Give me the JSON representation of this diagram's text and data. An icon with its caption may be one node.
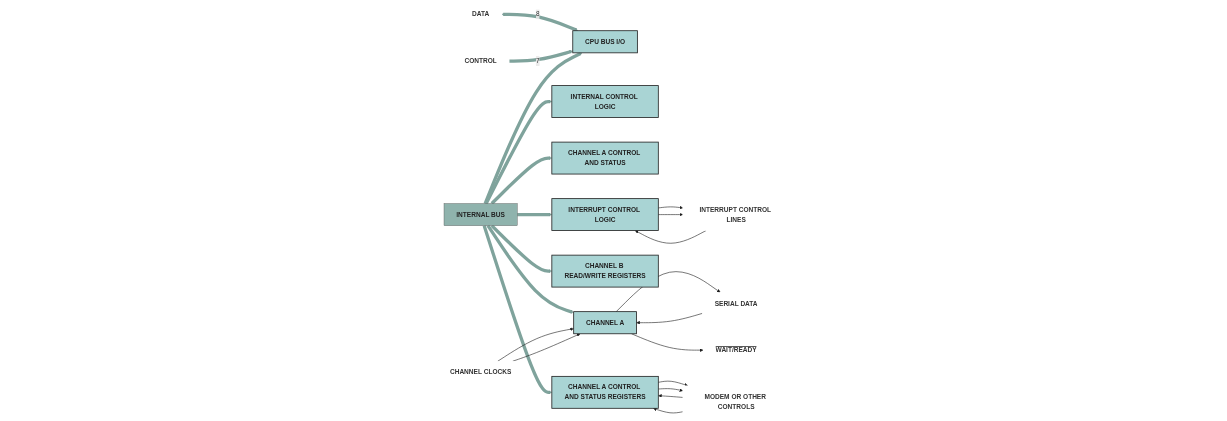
{
  "diagram": {
    "nodes": [
      {
        "text": [
          "DATA"
        ]
      },
      {
        "text": [
          "CONTROL"
        ]
      },
      {
        "text": [
          "CPU BUS I/O"
        ]
      },
      {
        "text": [
          "INTERNAL CONTROL LOGIC"
        ]
      },
      {
        "text": [
          "CHANNEL A CONTROL AND STATUS"
        ]
      },
      {
        "text": [
          "INTERNAL BUS"
        ]
      },
      {
        "text": [
          "INTERRUPT CONTROL LOGIC"
        ]
      },
      {
        "text": [
          "CHANNEL B READ/WRITE REGISTERS"
        ]
      },
      {
        "text": [
          "CHANNEL A"
        ]
      },
      {
        "text": [
          "CHANNEL A CONTROL AND STATUS REGISTERS"
        ]
      },
      {
        "text": [
          "INTERRUPT CONTROL LINES"
        ]
      },
      {
        "text": [
          "SERIAL DATA"
        ]
      },
      {
        "text": [
          "CHANNEL CLOCKS"
        ]
      },
      {
        "text": [
          "WAIT/READY"
        ]
      },
      {
        "text": [
          "MODEM OR OTHER CONTROLS"
        ]
      }
    ],
    "edges": [
      {
        "from": 0,
        "to": 2,
        "arrow": "both",
        "label": "8",
        "style": "thick",
        "color": "#7fa39c"
      },
      {
        "from": 1,
        "to": 2,
        "arrow": "to",
        "label": "7",
        "style": "thick",
        "color": "#7fa39c"
      },
      {
        "from": 5,
        "to": 2,
        "arrow": "to",
        "style": "thick",
        "color": "#7fa39c"
      },
      {
        "from": 5,
        "to": 3,
        "arrow": "to",
        "style": "thick",
        "color": "#7fa39c"
      },
      {
        "from": 5,
        "to": 6,
        "arrow": "to",
        "style": "thick",
        "color": "#7fa39c"
      },
      {
        "from": 5,
        "to": 4,
        "arrow": "to",
        "style": "thick",
        "color": "#7fa39c"
      },
      {
        "from": 5,
        "to": 7,
        "arrow": "to",
        "style": "thick",
        "color": "#7fa39c"
      },
      {
        "from": 5,
        "to": 8,
        "arrow": "to",
        "style": "thick",
        "color": "#7fa39c"
      },
      {
        "from": 5,
        "to": 9,
        "arrow": "to",
        "style": "thick",
        "color": "#7fa39c"
      },
      {
        "from": 6,
        "to": 10,
        "arrow": "to"
      },
      {
        "from": 10,
        "to": 6,
        "arrow": "to"
      },
      {
        "from": 6,
        "to": 10,
        "arrow": "to"
      },
      {
        "from": 8,
        "to": 11,
        "arrow": "to"
      },
      {
        "from": 11,
        "to": 8,
        "arrow": "to"
      },
      {
        "from": 12,
        "to": 8,
        "arrow": "to"
      },
      {
        "from": 12,
        "to": 8,
        "arrow": "to"
      },
      {
        "from": 8,
        "to": 13,
        "arrow": "to"
      },
      {
        "from": 14,
        "to": 9,
        "arrow": "to"
      },
      {
        "from": 14,
        "to": 9,
        "arrow": "to"
      },
      {
        "from": 9,
        "to": 14,
        "arrow": "to"
      },
      {
        "from": 9,
        "to": 14,
        "arrow": "to"
      }
    ]
  }
}
